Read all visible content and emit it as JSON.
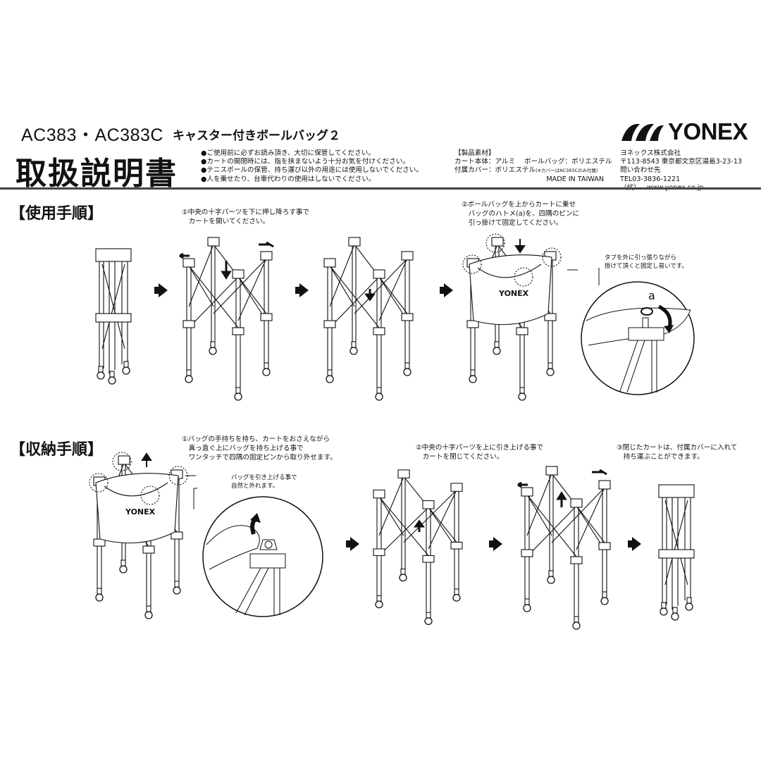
{
  "header": {
    "model": "AC383・AC383C",
    "subtitle": "キャスター付きボールバッグ２",
    "brand": "YONEX",
    "title": "取扱説明書"
  },
  "notes": [
    "●ご使用前に必ずお読み頂き、大切に保管してください。",
    "●カートの開閉時には、指を挟まないよう十分お気を付けください。",
    "●テニスボールの保管、持ち運び以外の用途には使用しないでください。",
    "●人を乗せたり、台車代わりの使用はしないでください。"
  ],
  "materials": {
    "heading": "【製品素材】",
    "line1": "カート本体：アルミ　 ボールバッグ：ポリエステル",
    "line2": "付属カバー：ポリエステル",
    "line2_note": "(※カバーはAC383Cのみ付属)",
    "origin": "MADE IN TAIWAN"
  },
  "company": {
    "name": "ヨネックス株式会社",
    "address": "〒113-8543  東京都文京区湯島3-23-13",
    "contact_label": "問い合わせ先",
    "tel": "TEL03-3836-1221（代）",
    "web": "www.yonex.co.jp"
  },
  "usage": {
    "heading": "【使用手順】",
    "step1": [
      "①中央の十字パーツを下に押し降ろす事で",
      "　カートを開いてください。"
    ],
    "step2": [
      "②ボールバッグを上からカートに乗せ",
      "　バッグのハトメ(a)を、四隅のピンに",
      "　引っ掛けて固定してください。"
    ],
    "tip": [
      "タブを外に引っ張りながら",
      "掛けて頂くと固定し易いです。"
    ],
    "callout_label": "a"
  },
  "storage": {
    "heading": "【収納手順】",
    "step1": [
      "①バッグの手持ちを持ち、カートをおさえながら",
      "　真っ直ぐ上にバッグを持ち上げる事で",
      "　ワンタッチで四隅の固定ピンから取り外せます。"
    ],
    "tip": [
      "バッグを引き上げる事で",
      "自然と外れます。"
    ],
    "step2": [
      "②中央の十字パーツを上に引き上げる事で",
      "　カートを閉じてください。"
    ],
    "step3": [
      "③閉じたカートは、付属カバーに入れて",
      "　持ち運ぶことができます。"
    ]
  },
  "bag_print": "YONEX"
}
